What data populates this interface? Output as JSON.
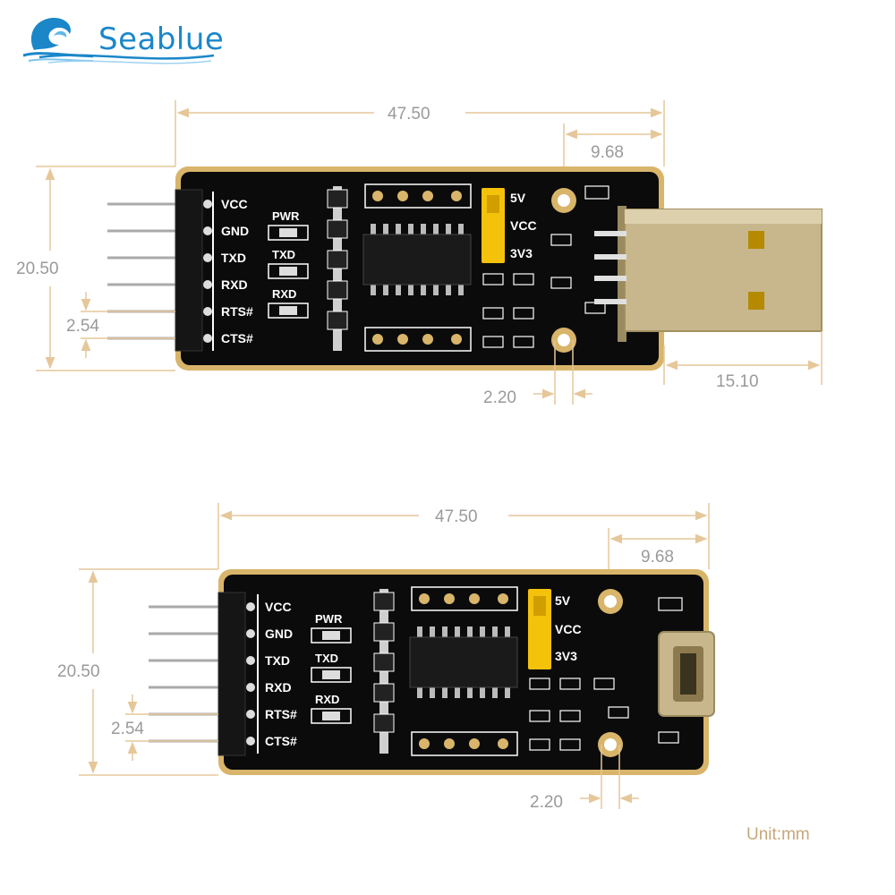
{
  "brand": {
    "name": "Seablue"
  },
  "unit_label": "Unit:mm",
  "colors": {
    "pcb": "#0b0b0c",
    "gold_edge": "#d8b56a",
    "dimension": "#e6c79a",
    "dimension_text": "#9a9a9a",
    "jumper": "#f4c20a",
    "brand_blue": "#1b87c9"
  },
  "top_board": {
    "connector": "USB-A",
    "dimensions": {
      "length": "47.50",
      "connector_offset": "9.68",
      "width": "20.50",
      "pin_pitch": "2.54",
      "hole": "2.20",
      "plug_length": "15.10"
    },
    "pins": [
      "VCC",
      "GND",
      "TXD",
      "RXD",
      "RTS#",
      "CTS#"
    ],
    "leds": [
      "PWR",
      "TXD",
      "RXD"
    ],
    "jumper_labels": [
      "5V",
      "VCC",
      "3V3"
    ]
  },
  "bottom_board": {
    "connector": "Micro-USB",
    "dimensions": {
      "length": "47.50",
      "connector_offset": "9.68",
      "width": "20.50",
      "pin_pitch": "2.54",
      "hole": "2.20"
    },
    "pins": [
      "VCC",
      "GND",
      "TXD",
      "RXD",
      "RTS#",
      "CTS#"
    ],
    "leds": [
      "PWR",
      "TXD",
      "RXD"
    ],
    "jumper_labels": [
      "5V",
      "VCC",
      "3V3"
    ]
  }
}
